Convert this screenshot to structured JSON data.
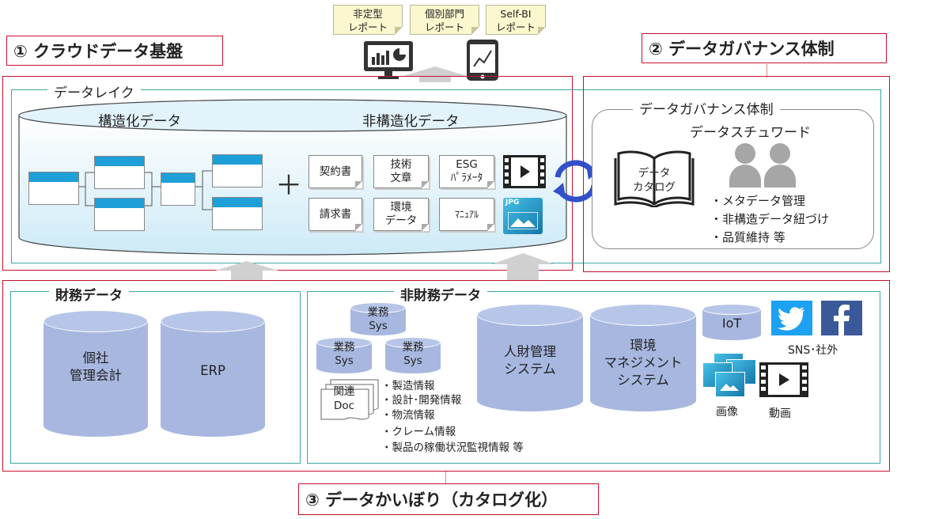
{
  "banners": {
    "cloud": "① クラウドデータ基盤",
    "governance": "② データガバナンス体制",
    "catalog": "③ データかいぼり（カタログ化）"
  },
  "reports": [
    "非定型\nレポート",
    "個別部門\nレポート",
    "Self-BI\nレポート"
  ],
  "datalake": {
    "label": "データレイク",
    "structured": "構造化データ",
    "unstructured": "非構造化データ",
    "plus": "＋",
    "docs": [
      "契約書",
      "技術\n文章",
      "ESG\nﾊﾟﾗﾒｰﾀ",
      "請求書",
      "環境\nデータ",
      "ﾏﾆｭｱﾙ"
    ],
    "jpg": "JPG"
  },
  "governance": {
    "title": "データガバナンス体制",
    "steward": "データスチュワード",
    "catalog": "データ\nカタログ",
    "items": [
      "・メタデータ管理",
      "・非構造データ紐づけ",
      "・品質維持 等"
    ]
  },
  "financial": {
    "label": "財務データ",
    "db1": "個社\n管理会計",
    "db2": "ERP"
  },
  "nonfinancial": {
    "label": "非財務データ",
    "sys": [
      "業務\nSys",
      "業務\nSys",
      "業務\nSys"
    ],
    "doc": "関連\nDoc",
    "info": [
      "・製造情報",
      "・設計･開発情報",
      "・物流情報",
      "・クレーム情報",
      "・製品の稼働状況監視情報 等"
    ],
    "hr": "人財管理\nシステム",
    "env": "環境\nマネジメント\nシステム",
    "iot": "IoT",
    "sns": "SNS･社外",
    "image": "画像",
    "video": "動画"
  },
  "colors": {
    "accent_red": "#c8102e",
    "teal": "#3aa7a7",
    "cylinder": "#a7b7df",
    "table_header": "#1e9fd8",
    "twitter": "#1da1f2",
    "facebook": "#3b5998"
  }
}
